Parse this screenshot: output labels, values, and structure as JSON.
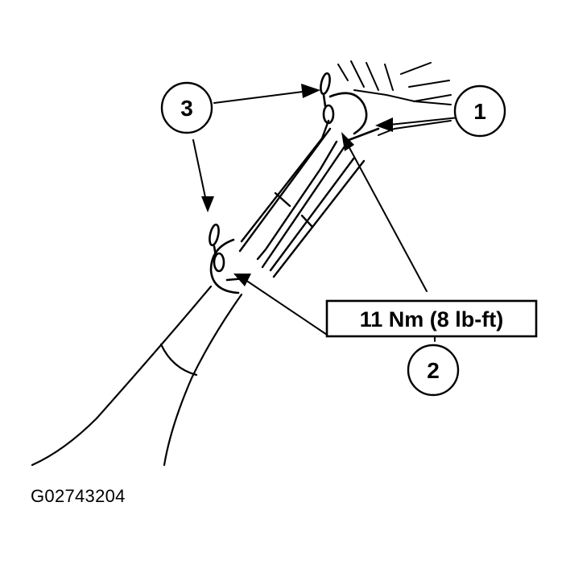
{
  "callouts": {
    "one": "1",
    "two": "2",
    "three": "3"
  },
  "torque_spec": "11 Nm (8 lb-ft)",
  "figure_id": "G02743204",
  "colors": {
    "ink": "#000000",
    "background": "#ffffff"
  }
}
